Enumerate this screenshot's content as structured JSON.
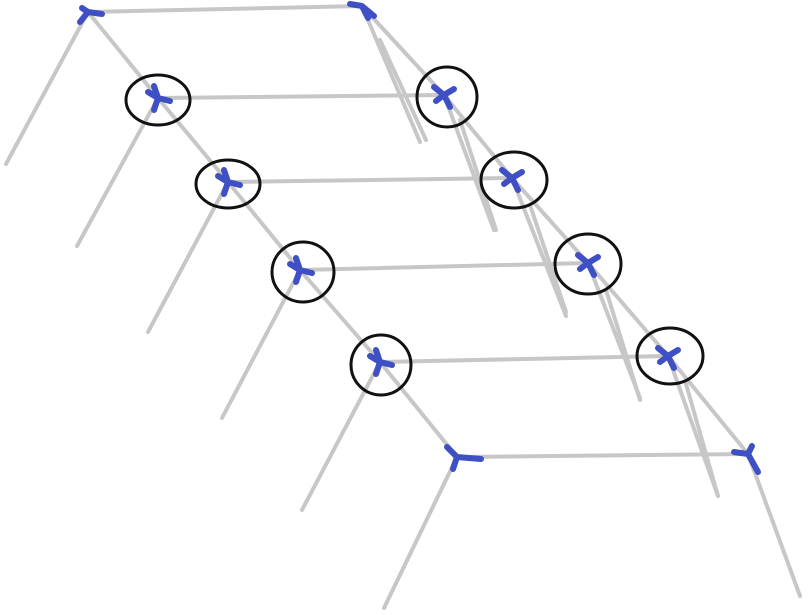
{
  "diagram": {
    "description_free": true,
    "colors": {
      "background": "#ffffff",
      "edge": "#c7c7c7",
      "node_glyph": "#3f4fc4",
      "highlight_ring": "#111111"
    },
    "node_icon": "three-pronged-junction-icon",
    "highlight_icon": "circle-highlight-icon",
    "left_column_nodes": 6,
    "right_column_nodes": 6,
    "highlighted_pairs": 4
  }
}
